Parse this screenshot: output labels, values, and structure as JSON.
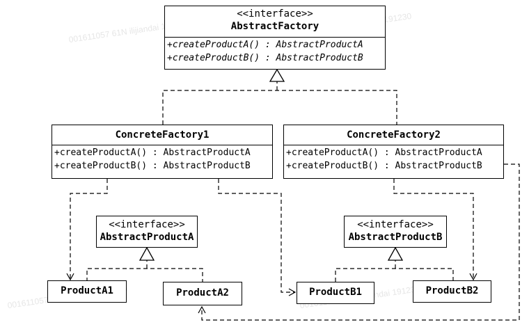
{
  "watermark": "001611057 61N ilijiandai 191230",
  "abstract_factory": {
    "stereotype": "<<interface>>",
    "name": "AbstractFactory",
    "ops": [
      "+createProductA() : AbstractProductA",
      "+createProductB() : AbstractProductB"
    ]
  },
  "concrete_factory_1": {
    "name": "ConcreteFactory1",
    "ops": [
      "+createProductA() : AbstractProductA",
      "+createProductB() : AbstractProductB"
    ]
  },
  "concrete_factory_2": {
    "name": "ConcreteFactory2",
    "ops": [
      "+createProductA() : AbstractProductA",
      "+createProductB() : AbstractProductB"
    ]
  },
  "abstract_product_a": {
    "stereotype": "<<interface>>",
    "name": "AbstractProductA"
  },
  "abstract_product_b": {
    "stereotype": "<<interface>>",
    "name": "AbstractProductB"
  },
  "product_a1": {
    "name": "ProductA1"
  },
  "product_a2": {
    "name": "ProductA2"
  },
  "product_b1": {
    "name": "ProductB1"
  },
  "product_b2": {
    "name": "ProductB2"
  }
}
